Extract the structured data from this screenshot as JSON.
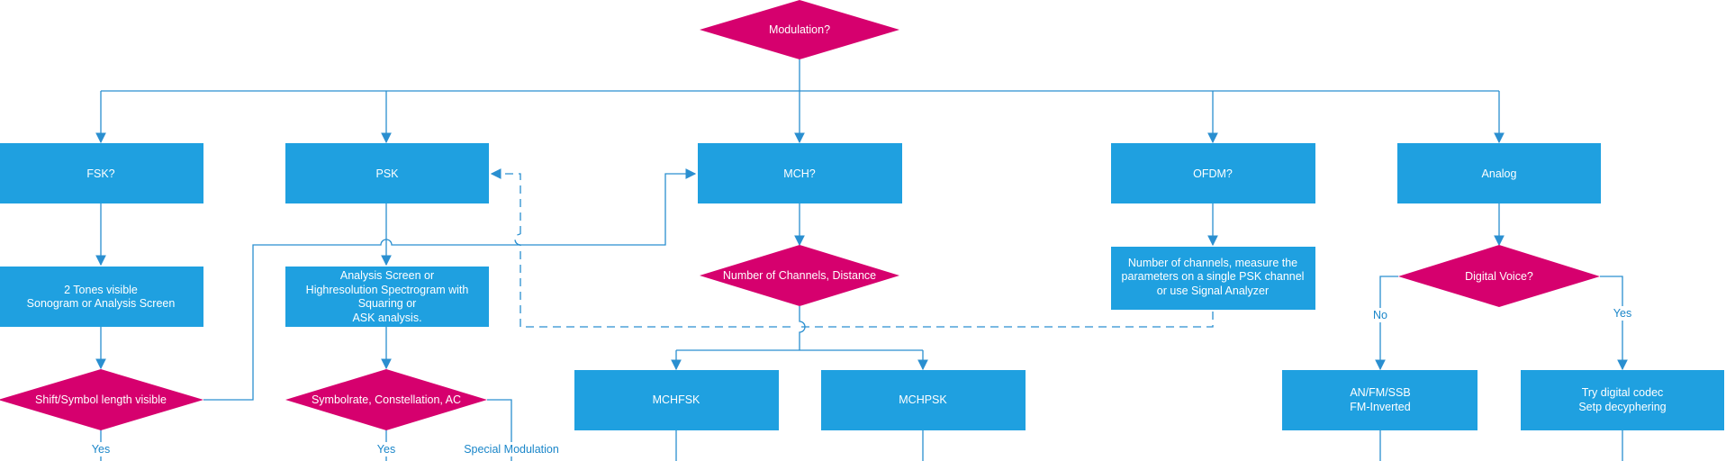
{
  "nodes": {
    "modulation": "Modulation?",
    "fsk": "FSK?",
    "psk": "PSK",
    "mch": "MCH?",
    "ofdm": "OFDM?",
    "analog": "Analog",
    "fsk_tones": [
      "2 Tones visible",
      "Sonogram or Analysis Screen"
    ],
    "psk_analysis": [
      "Analysis Screen or",
      "Highresolution Spectrogram with",
      "Squaring or",
      "ASK analysis."
    ],
    "mch_channels": "Number of Channels, Distance",
    "ofdm_channels": [
      "Number of channels, measure the",
      "parameters on a single PSK channel",
      "or use Signal Analyzer"
    ],
    "digital_voice": "Digital Voice?",
    "shift_symbol": "Shift/Symbol length visible",
    "symbolrate": "Symbolrate, Constellation, AC",
    "mchfsk": "MCHFSK",
    "mchpsk": "MCHPSK",
    "anfm": [
      "AN/FM/SSB",
      "FM-Inverted"
    ],
    "digital_codec": [
      "Try digital codec",
      "Setp decyphering"
    ]
  },
  "edge_labels": {
    "fsk_yes": "Yes",
    "psk_yes": "Yes",
    "special_modulation": "Special Modulation",
    "voice_no": "No",
    "voice_yes": "Yes"
  },
  "colors": {
    "box": "#1fa0e0",
    "decision": "#d6006e",
    "connector": "#2a8fd0",
    "label": "#1a86c9"
  }
}
